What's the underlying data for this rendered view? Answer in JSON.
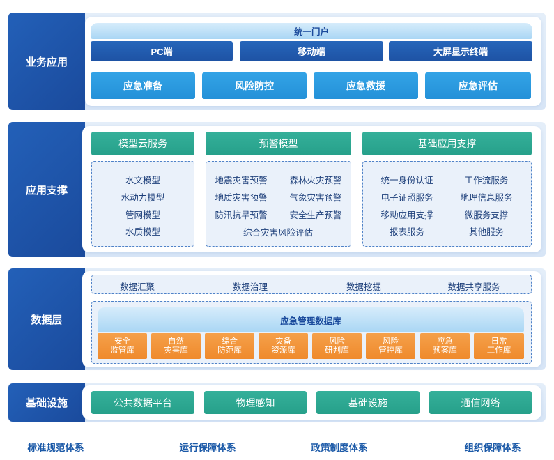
{
  "layers": {
    "business": {
      "label": "业务应用",
      "portal": "统一门户",
      "terminals": [
        "PC端",
        "移动端",
        "大屏显示终端"
      ],
      "scenarios": [
        "应急准备",
        "风险防控",
        "应急救援",
        "应急评估"
      ]
    },
    "support": {
      "label": "应用支撑",
      "groups": [
        {
          "title": "模型云服务",
          "items": [
            "水文模型",
            "水动力模型",
            "管网模型",
            "水质模型"
          ]
        },
        {
          "title": "预警模型",
          "items": [
            "地震灾害预警",
            "森林火灾预警",
            "地质灾害预警",
            "气象灾害预警",
            "防汛抗旱预警",
            "安全生产预警",
            "综合灾害风险评估"
          ]
        },
        {
          "title": "基础应用支撑",
          "items": [
            "统一身份认证",
            "工作流服务",
            "电子证照服务",
            "地理信息服务",
            "移动应用支撑",
            "微服务支撑",
            "报表服务",
            "其他服务"
          ]
        }
      ]
    },
    "data": {
      "label": "数据层",
      "processes": [
        "数据汇聚",
        "数据治理",
        "数据挖掘",
        "数据共享服务"
      ],
      "db_title": "应急管理数据库",
      "databases": [
        [
          "安全",
          "监管库"
        ],
        [
          "自然",
          "灾害库"
        ],
        [
          "综合",
          "防范库"
        ],
        [
          "灾备",
          "资源库"
        ],
        [
          "风险",
          "研判库"
        ],
        [
          "风险",
          "管控库"
        ],
        [
          "应急",
          "预案库"
        ],
        [
          "日常",
          "工作库"
        ]
      ]
    },
    "infra": {
      "label": "基础设施",
      "items": [
        "公共数据平台",
        "物理感知",
        "基础设施",
        "通信网络"
      ]
    }
  },
  "footer": [
    "标准规范体系",
    "运行保障体系",
    "政策制度体系",
    "组织保障体系"
  ]
}
